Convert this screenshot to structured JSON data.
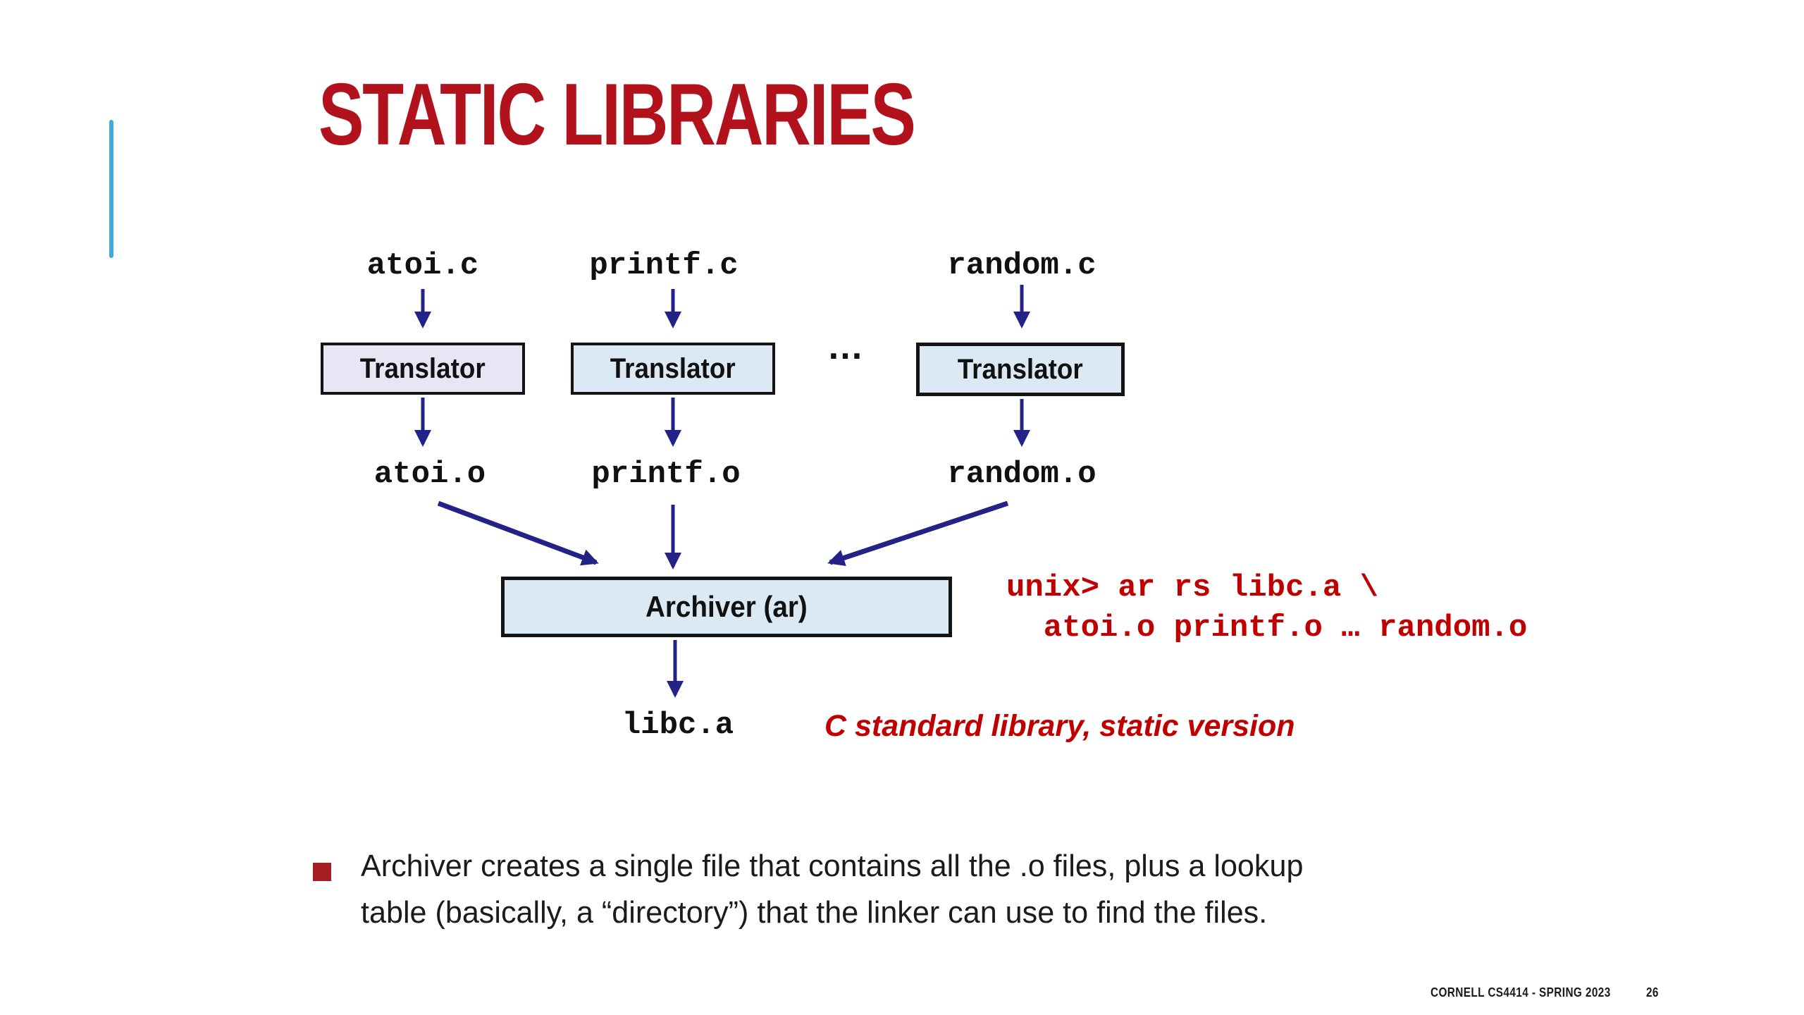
{
  "colors": {
    "accent_red": "#B2121B",
    "code_red": "#C00000",
    "navy": "#232287",
    "box_blue": "#DAE9F4",
    "box_lavender": "#E8E6F4",
    "cyan": "#41A9DD",
    "bullet_red": "#A51E22",
    "border_black": "#141414"
  },
  "slide": {
    "title": "STATIC LIBRARIES",
    "bullet_text": "Archiver creates a single file that contains all the .o files, plus a lookup\ntable (basically, a “directory”) that the linker can use to find the files.",
    "footer": {
      "course": "CORNELL CS4414 - SPRING 2023",
      "page": "26"
    }
  },
  "diagram": {
    "sources": [
      "atoi.c",
      "printf.c",
      "random.c"
    ],
    "translators": [
      "Translator",
      "Translator",
      "Translator"
    ],
    "ellipsis": "…",
    "objects": [
      "atoi.o",
      "printf.o",
      "random.o"
    ],
    "archiver_label": "Archiver (ar)",
    "output_label": "libc.a",
    "caption": "C standard library, static version",
    "command": "unix> ar rs libc.a \\\n  atoi.o printf.o … random.o"
  }
}
